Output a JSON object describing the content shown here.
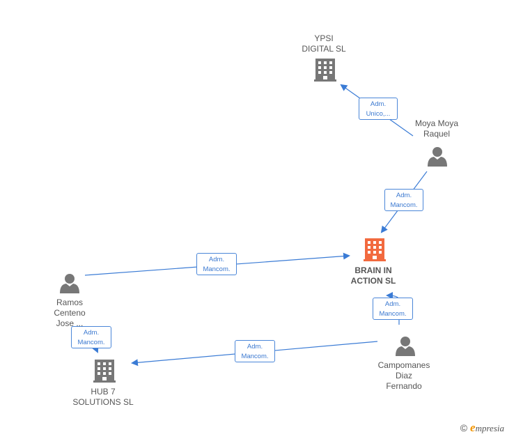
{
  "colors": {
    "company": "#777777",
    "company_main": "#f26a3f",
    "person": "#777777",
    "edge": "#3a7bd5"
  },
  "nodes": {
    "ypsi": {
      "line1": "YPSI",
      "line2": "DIGITAL  SL",
      "icon": "building-icon"
    },
    "moya": {
      "line1": "Moya Moya",
      "line2": "Raquel",
      "icon": "person-icon"
    },
    "brain": {
      "line1": "BRAIN IN",
      "line2": "ACTION  SL",
      "icon": "building-icon"
    },
    "ramos": {
      "line1": "Ramos",
      "line2": "Centeno",
      "line3": "Jose ...",
      "icon": "person-icon"
    },
    "hub7": {
      "line1": "HUB 7",
      "line2": "SOLUTIONS  SL",
      "icon": "building-icon"
    },
    "campomanes": {
      "line1": "Campomanes",
      "line2": "Diaz",
      "line3": "Fernando",
      "icon": "person-icon"
    }
  },
  "edges": [
    {
      "from": "moya",
      "to": "ypsi",
      "line1": "Adm.",
      "line2": "Unico,..."
    },
    {
      "from": "moya",
      "to": "brain",
      "line1": "Adm.",
      "line2": "Mancom."
    },
    {
      "from": "ramos",
      "to": "brain",
      "line1": "Adm.",
      "line2": "Mancom."
    },
    {
      "from": "campomanes",
      "to": "brain",
      "line1": "Adm.",
      "line2": "Mancom."
    },
    {
      "from": "ramos",
      "to": "hub7",
      "line1": "Adm.",
      "line2": "Mancom."
    },
    {
      "from": "campomanes",
      "to": "hub7",
      "line1": "Adm.",
      "line2": "Mancom."
    }
  ],
  "brand": {
    "copyright": "©",
    "e": "e",
    "rest": "mpresia"
  }
}
